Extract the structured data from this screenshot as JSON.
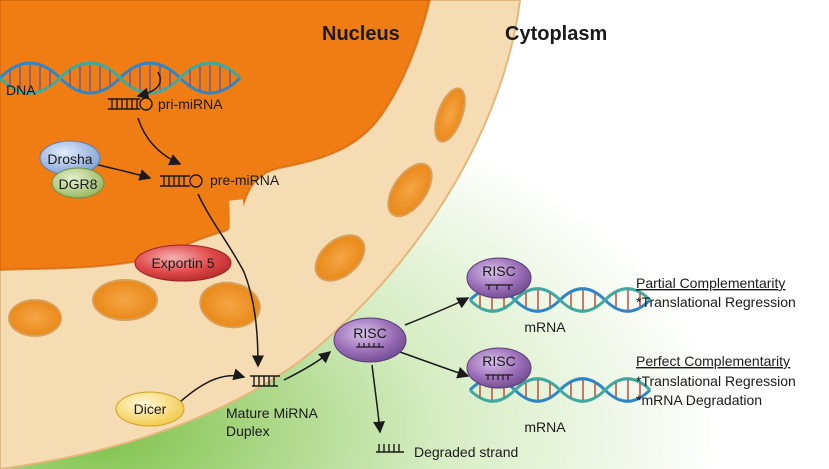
{
  "regions": {
    "nucleus": "Nucleus",
    "cytoplasm": "Cytoplasm"
  },
  "molecules": {
    "dna": "DNA",
    "pri_mirna": "pri-miRNA",
    "pre_mirna": "pre-miRNA",
    "mature_line1": "Mature MiRNA",
    "mature_line2": "Duplex",
    "degraded": "Degraded strand",
    "mrna_top": "mRNA",
    "mrna_bottom": "mRNA"
  },
  "proteins": {
    "drosha": "Drosha",
    "dgr8": "DGR8",
    "exportin": "Exportin 5",
    "dicer": "Dicer",
    "risc_center": "RISC",
    "risc_top": "RISC",
    "risc_bottom": "RISC"
  },
  "outcomes": {
    "partial_title": "Partial Complementarity",
    "partial_item1": "*Translational Regression",
    "perfect_title": "Perfect Complementarity",
    "perfect_item1": "*Translational Regression",
    "perfect_item2": "*mRNA Degradation"
  },
  "colors": {
    "nucleus_fill": "#f07d14",
    "envelope_fill": "#f6dcb3",
    "cytoplasm_green": "#8fcc5a",
    "risc_purple": "#9b6fb8",
    "exportin_red": "#e0484a",
    "drosha_blue": "#8aa9dc",
    "dgr8_green": "#a7c66f",
    "dicer_yellow": "#f7d96a",
    "dna_blue": "#2e86c8",
    "dna_teal": "#3fa9a0"
  }
}
